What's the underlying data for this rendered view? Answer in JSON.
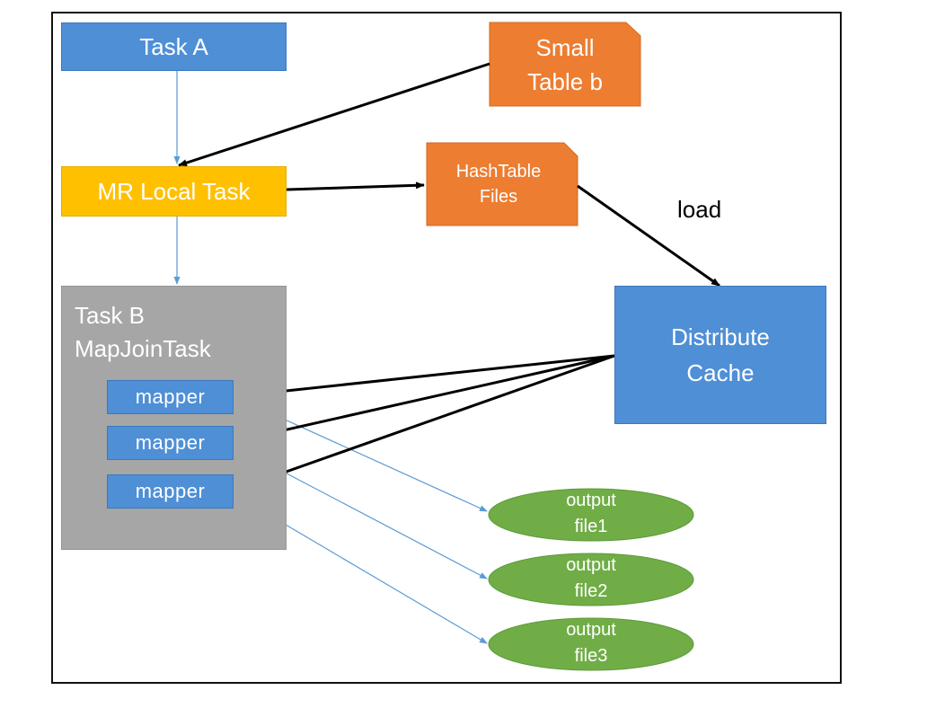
{
  "nodes": {
    "task_a": "Task A",
    "small_table": "Small\nTable b",
    "mr_local_task": "MR Local Task",
    "hashtable_files": "HashTable\nFiles",
    "load": "load",
    "task_b": "Task B\nMapJoinTask",
    "distribute_cache": "Distribute\nCache",
    "mappers": [
      "mapper",
      "mapper",
      "mapper"
    ],
    "outputs": [
      "output\nfile1",
      "output\nfile2",
      "output\nfile3"
    ]
  },
  "colors": {
    "blue": "#4f8fd6",
    "yellow": "#ffc000",
    "orange": "#ed7d31",
    "gray": "#a6a6a6",
    "green": "#70ad47",
    "thin_arrow": "#5b9bd5",
    "thick_arrow": "#000000"
  }
}
